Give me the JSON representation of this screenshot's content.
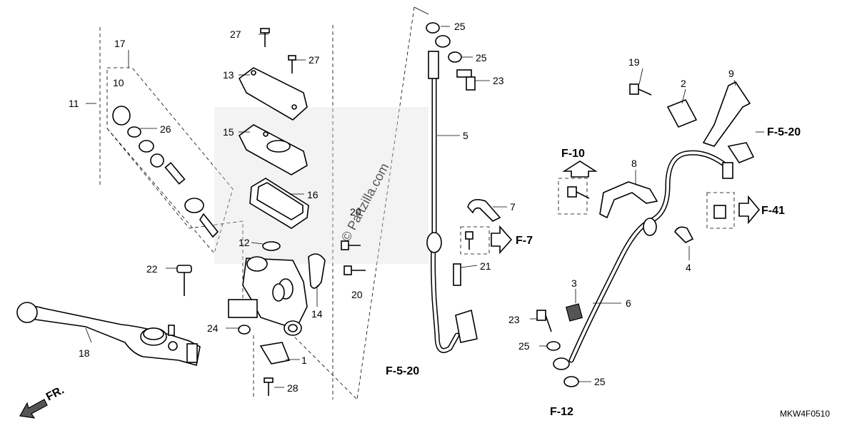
{
  "callouts": {
    "p1": "1",
    "p2": "2",
    "p3": "3",
    "p4": "4",
    "p5": "5",
    "p6": "6",
    "p7": "7",
    "p8": "8",
    "p9": "9",
    "p10": "10",
    "p11": "11",
    "p12": "12",
    "p13": "13",
    "p14": "14",
    "p15": "15",
    "p16": "16",
    "p17": "17",
    "p18": "18",
    "p19": "19",
    "p20a": "20",
    "p20b": "20",
    "p21": "21",
    "p22": "22",
    "p23a": "23",
    "p23b": "23",
    "p24": "24",
    "p25a": "25",
    "p25b": "25",
    "p25c": "25",
    "p25d": "25",
    "p26": "26",
    "p27a": "27",
    "p27b": "27",
    "p28": "28"
  },
  "references": {
    "f10": "F-10",
    "f7": "F-7",
    "f41": "F-41",
    "f520_right": "F-5-20",
    "f520_bottom": "F-5-20",
    "f12": "F-12"
  },
  "direction_label": "FR.",
  "watermark": "© Partzilla.com",
  "diagram_code": "MKW4F0510"
}
